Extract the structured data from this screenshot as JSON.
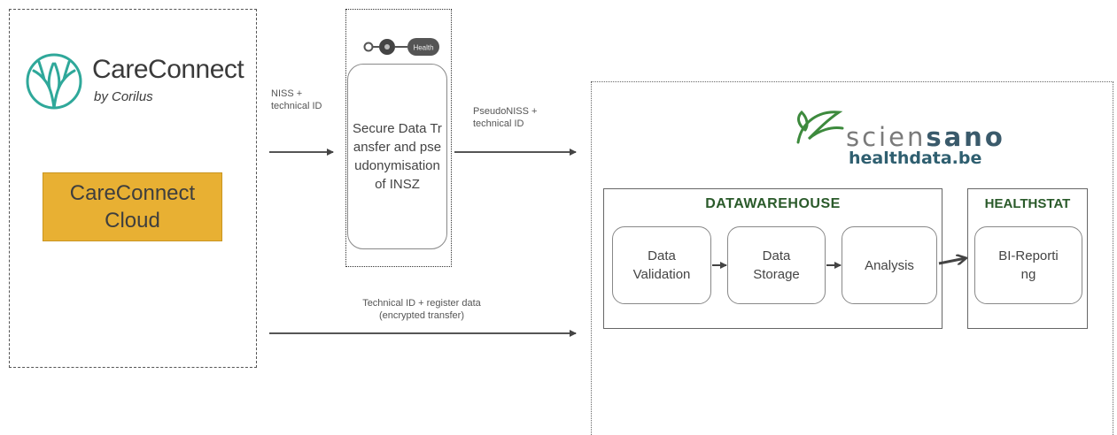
{
  "careconnect": {
    "title": "CareConnect",
    "subtitle": "by Corilus",
    "cloud_label": "CareConnect Cloud"
  },
  "secure_transfer": {
    "logo_text": "Health",
    "label": "Secure Data Transfer and pseudonymisation of INSZ"
  },
  "flows": {
    "niss_label": "NISS + technical ID",
    "pseudo_label": "PseudoNISS + technical ID",
    "register_label_line1": "Technical ID + register data",
    "register_label_line2": "(encrypted transfer)"
  },
  "sciensano": {
    "brand_light": "scien",
    "brand_bold": "sano",
    "healthdata": "healthdata.be"
  },
  "datawarehouse": {
    "title": "DATAWAREHOUSE",
    "steps": [
      "Data Validation",
      "Data Storage",
      "Analysis"
    ]
  },
  "healthstat": {
    "title": "HEALTHSTAT",
    "step": "BI-Reporting"
  },
  "colors": {
    "cloud_fill": "#e8b033",
    "heading_green": "#2a5a2a",
    "healthdata_blue": "#2f5f70",
    "logo_teal": "#2fa89a"
  }
}
